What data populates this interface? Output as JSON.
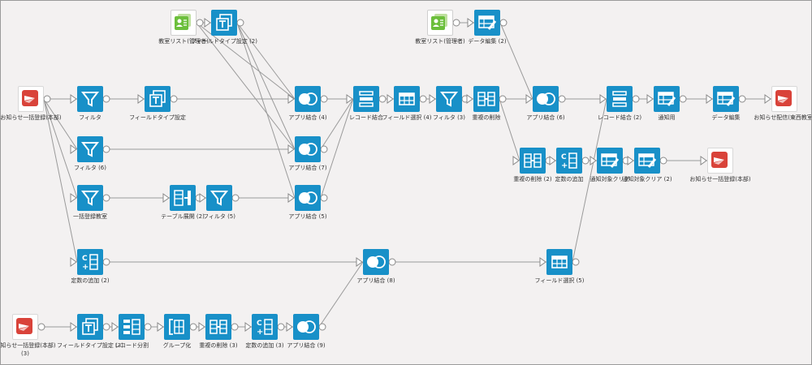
{
  "nodes": {
    "n_src1": {
      "label": "お知らせ一括登録(本部)",
      "icon": "red-source"
    },
    "n_f1": {
      "label": "フィルタ",
      "icon": "filter"
    },
    "n_ft1": {
      "label": "フィールドタイプ設定",
      "icon": "field-type"
    },
    "n_f6": {
      "label": "フィルタ (6)",
      "icon": "filter"
    },
    "n_fbk": {
      "label": "一括登録教室",
      "icon": "filter"
    },
    "n_tbl": {
      "label": "テーブル展開 (2)",
      "icon": "table-expand"
    },
    "n_f5": {
      "label": "フィルタ (5)",
      "icon": "filter"
    },
    "n_const2": {
      "label": "定数の追加 (2)",
      "icon": "const-add"
    },
    "n_src3": {
      "label": "お知らせ一括登録(本部) (3)",
      "icon": "red-source"
    },
    "n_ft3": {
      "label": "フィールドタイプ設定 (3)",
      "icon": "field-type"
    },
    "n_split": {
      "label": "レコード分割",
      "icon": "record-split"
    },
    "n_group": {
      "label": "グループ化",
      "icon": "group"
    },
    "n_dup3": {
      "label": "重複の削除 (3)",
      "icon": "dedup"
    },
    "n_const3": {
      "label": "定数の追加 (3)",
      "icon": "const-add"
    },
    "n_join9": {
      "label": "アプリ結合 (9)",
      "icon": "join"
    },
    "n_cls1": {
      "label": "教室リスト(管理者)",
      "icon": "green-list"
    },
    "n_ft2": {
      "label": "フィールドタイプ設定 (2)",
      "icon": "field-type"
    },
    "n_join4": {
      "label": "アプリ結合 (4)",
      "icon": "join"
    },
    "n_join7": {
      "label": "アプリ結合 (7)",
      "icon": "join"
    },
    "n_join5": {
      "label": "アプリ結合 (5)",
      "icon": "join"
    },
    "n_join8": {
      "label": "アプリ結合 (8)",
      "icon": "join"
    },
    "n_rjoin": {
      "label": "レコード結合",
      "icon": "record-join"
    },
    "n_fsel4": {
      "label": "フィールド選択 (4)",
      "icon": "field-select"
    },
    "n_f3": {
      "label": "フィルタ (3)",
      "icon": "filter"
    },
    "n_dup": {
      "label": "重複の削除",
      "icon": "dedup"
    },
    "n_cls2": {
      "label": "教室リスト(管理者)",
      "icon": "green-list"
    },
    "n_edit2": {
      "label": "データ編集 (2)",
      "icon": "data-edit"
    },
    "n_join6": {
      "label": "アプリ結合 (6)",
      "icon": "join"
    },
    "n_dup2": {
      "label": "重複の削除 (2)",
      "icon": "dedup"
    },
    "n_const": {
      "label": "定数の追加",
      "icon": "const-add"
    },
    "n_fsel5": {
      "label": "フィールド選択 (5)",
      "icon": "field-select"
    },
    "n_rjoin2": {
      "label": "レコード結合 (2)",
      "icon": "record-join"
    },
    "n_notify": {
      "label": "通知用",
      "icon": "data-edit"
    },
    "n_clr1": {
      "label": "通知対象クリア",
      "icon": "data-edit"
    },
    "n_clr2": {
      "label": "通知対象クリア (2)",
      "icon": "data-edit"
    },
    "n_edit": {
      "label": "データ編集",
      "icon": "data-edit"
    },
    "n_out1": {
      "label": "お知らせ配信(東西教室)",
      "icon": "red-output"
    },
    "n_out2": {
      "label": "お知らせ一括登録(本部)",
      "icon": "red-output"
    }
  },
  "colors": {
    "tile": "#1890c8",
    "edge": "#9a9a9a",
    "background": "#f3f1f1"
  }
}
